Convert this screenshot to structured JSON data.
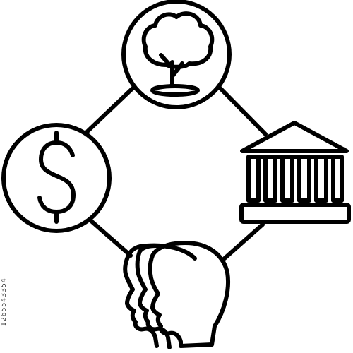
{
  "illustration": {
    "stroke_color": "#000000",
    "background_color": "#ffffff",
    "nodes": [
      {
        "id": "tree",
        "icon": "tree-icon"
      },
      {
        "id": "dollar",
        "icon": "dollar-icon"
      },
      {
        "id": "bank",
        "icon": "bank-building-icon"
      },
      {
        "id": "people",
        "icon": "people-heads-icon"
      }
    ]
  },
  "side_code": "1265543354"
}
